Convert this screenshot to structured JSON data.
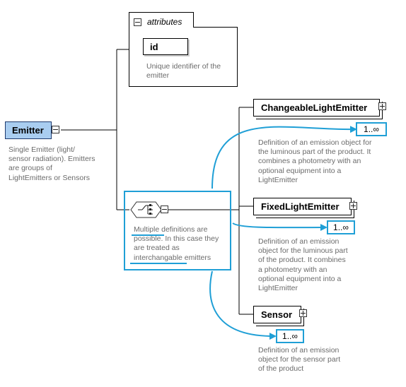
{
  "root": {
    "name": "Emitter",
    "description": [
      "Single Emitter (light/",
      "sensor radiation). Emitters",
      "are groups of",
      "LightEmitters or Sensors"
    ]
  },
  "attributes": {
    "header": "attributes",
    "item": "id",
    "description": [
      "Unique identifier of the",
      "emitter"
    ]
  },
  "choice": {
    "description_line1_a": "Multiple",
    "description_line1_b": " definitions are",
    "description_line2": "possible. In this case they",
    "description_line3": "are treated as",
    "description_line4_a": "interchangable",
    "description_line4_b": " emitters"
  },
  "elements": [
    {
      "name": "ChangeableLightEmitter",
      "multiplicity": "1..∞",
      "description": [
        "Definition of an emission object for",
        "the luminous part of the product. It",
        "combines a photometry with an",
        "optional equipment into a",
        "LightEmitter"
      ]
    },
    {
      "name": "FixedLightEmitter",
      "multiplicity": "1..∞",
      "description": [
        "Definition of an emission",
        "object for the luminous part",
        "of the product. It combines",
        "a photometry with an",
        "optional equipment into a",
        "LightEmitter"
      ]
    },
    {
      "name": "Sensor",
      "multiplicity": "1..∞",
      "description": [
        "Definition of an emission",
        "object for the sensor part",
        "of the product"
      ]
    }
  ],
  "colors": {
    "root_fill": "#a9cdf0",
    "root_border": "#1e3a6e",
    "highlight": "#1f9fd6",
    "connector": "#000000"
  }
}
